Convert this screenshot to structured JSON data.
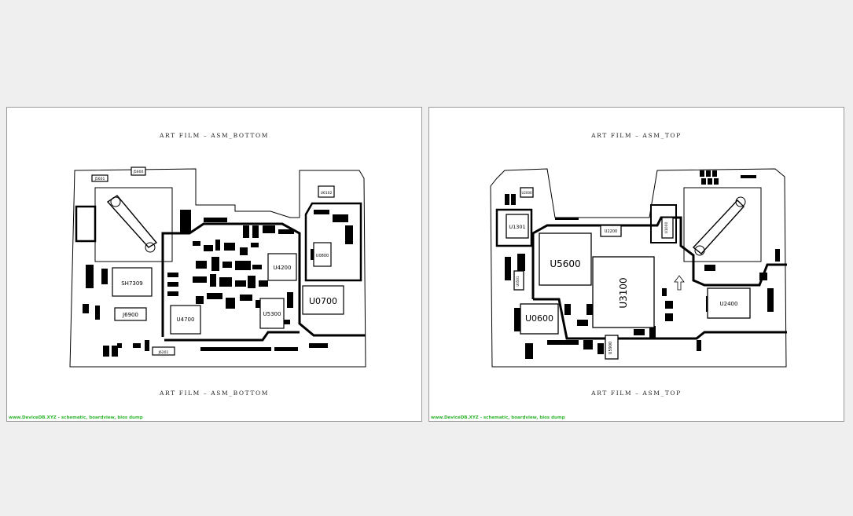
{
  "colors": {
    "watermark": "#2db52d",
    "ink": "#000000",
    "sheet": "#ffffff",
    "background": "#efefef"
  },
  "sheets": [
    {
      "film_title": "ART FILM – ASM_BOTTOM",
      "film_footer": "ART FILM – ASM_BOTTOM",
      "watermark": "www.DeviceDB.XYZ - schematic, boardview, bios dump",
      "refdes": {
        "sh7309": "SH7309",
        "j6900": "J6900",
        "u4700": "U4700",
        "u4200": "U4200",
        "u5300": "U5300",
        "u0700": "U0700",
        "u0800": "U0800",
        "u6102": "U6102",
        "j5601": "J5601",
        "j5600": "J5600",
        "j6201": "J6201"
      }
    },
    {
      "film_title": "ART FILM – ASM_TOP",
      "film_footer": "ART FILM – ASM_TOP",
      "watermark": "www.DeviceDB.XYZ - schematic, boardview, bios dump",
      "refdes": {
        "u1301": "U1301",
        "u5600": "U5600",
        "u3100": "U3100",
        "u0600": "U0600",
        "u2400": "U2400",
        "u2200": "U2200",
        "u5900": "U5900",
        "u2000": "U2000",
        "u0501": "U0501",
        "u1000": "U1000"
      }
    }
  ]
}
